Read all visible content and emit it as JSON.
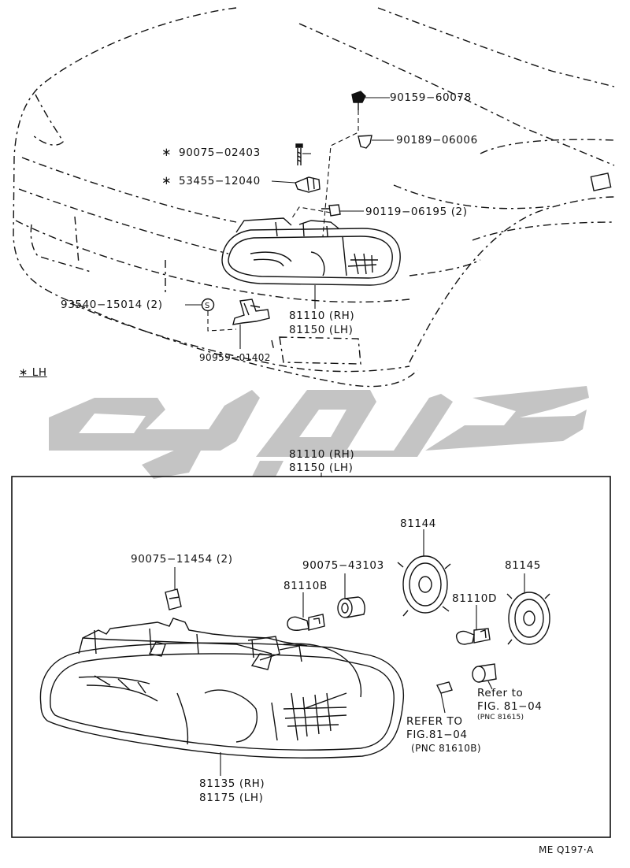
{
  "upper": {
    "p_90159": "90159−60078",
    "p_90189": "90189−06006",
    "p_90075_02403": "90075−02403",
    "p_53455": "53455−12040",
    "p_90119": "90119−06195 (2)",
    "p_93540": "93540−15014 (2)",
    "p_81110": "81110 (RH)",
    "p_81150": "81150 (LH)",
    "p_90959": "90959−01402",
    "asterisk": "∗",
    "lh_note": "∗ LH",
    "clip_symbol": "S"
  },
  "lower": {
    "top_81110": "81110 (RH)",
    "top_81150": "81150 (LH)",
    "p_90075_11454": "90075−11454 (2)",
    "p_90075_43103": "90075−43103",
    "p_81110b": "81110B",
    "p_81144": "81144",
    "p_81145": "81145",
    "p_81110d": "81110D",
    "refer_line1": "Refer to",
    "refer_line2": "FIG. 81−04",
    "refer_line3": "(PNC 81615)",
    "refer2_line1": "REFER TO",
    "refer2_line2": "FIG.81−04",
    "refer2_line3": "(PNC 81610B)",
    "p_81135": "81135 (RH)",
    "p_81175": "81175 (LH)"
  },
  "footer": {
    "code": "ME  Q197·A"
  },
  "watermark": {
    "color": "#c4c4c4"
  }
}
